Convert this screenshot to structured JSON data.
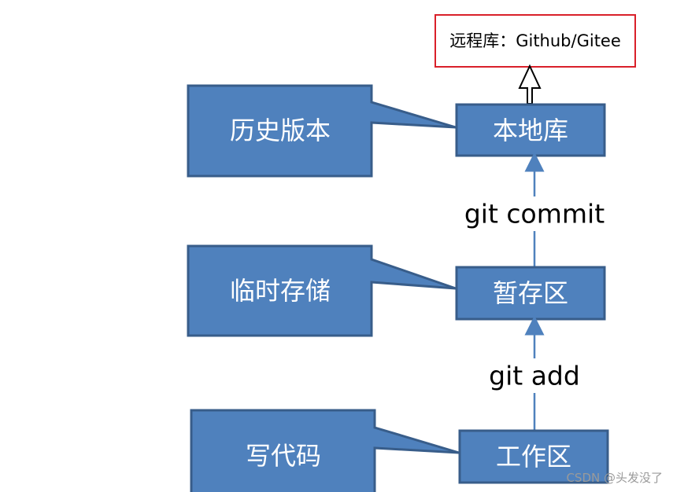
{
  "remote": {
    "label": "远程库：Github/Gitee"
  },
  "stages": {
    "local_repo": "本地库",
    "staging": "暂存区",
    "workspace": "工作区"
  },
  "callouts": {
    "history": "历史版本",
    "temp_storage": "临时存储",
    "write_code": "写代码"
  },
  "commands": {
    "commit": "git commit",
    "add": "git add"
  },
  "colors": {
    "box_fill": "#4f81bd",
    "box_border": "#385d8a",
    "arrow": "#4f81bd",
    "remote_border": "#d9202a"
  },
  "watermark": "CSDN @头发没了"
}
